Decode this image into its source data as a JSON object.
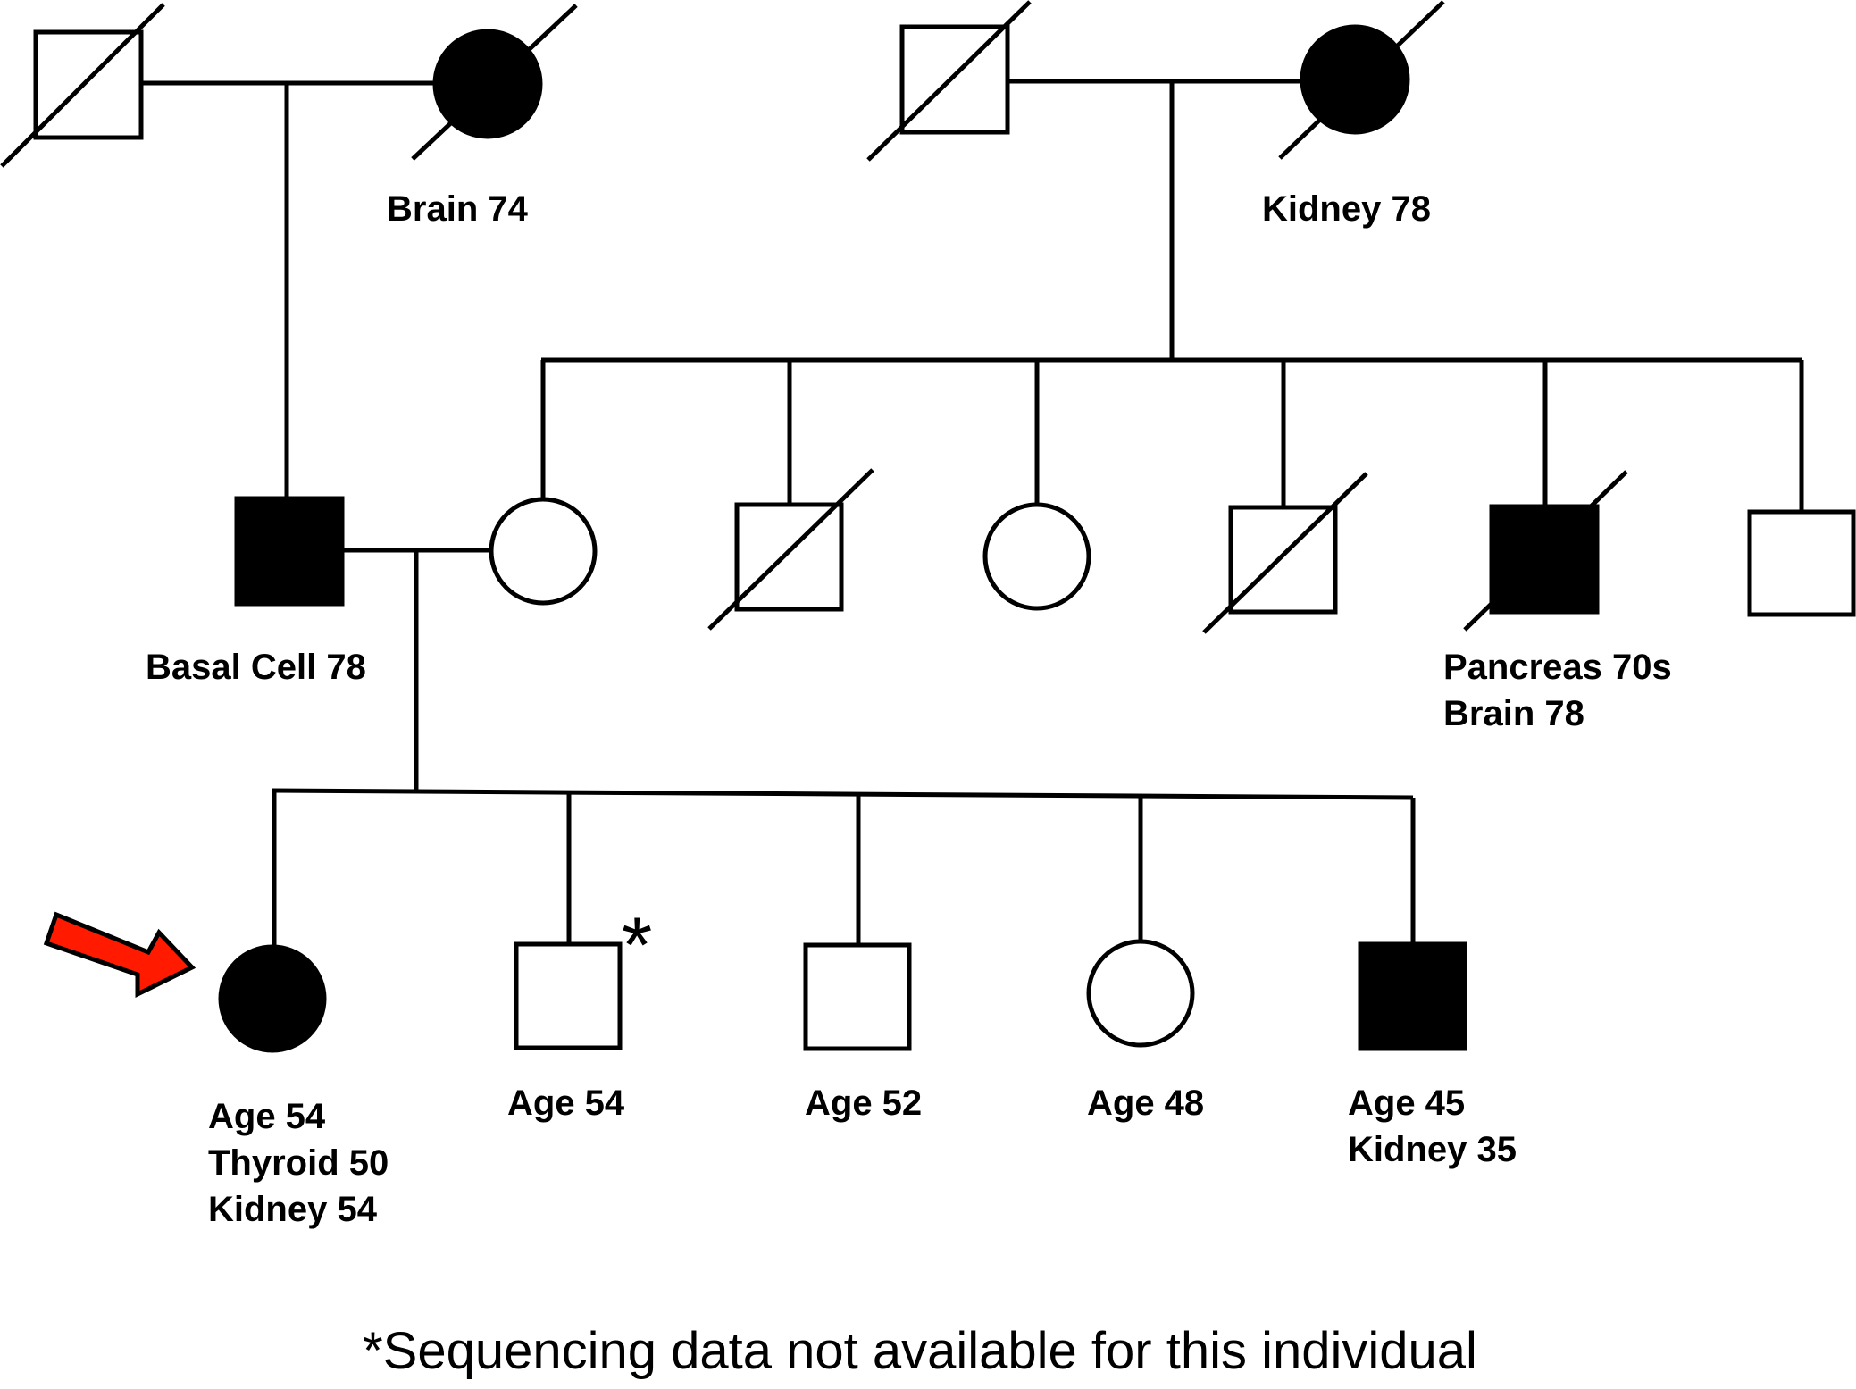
{
  "colors": {
    "line": "#000000",
    "affected": "#000000",
    "unaffected": "#ffffff",
    "proband_arrow": "#ff1a00"
  },
  "legend": {
    "sequencing_note": "*Sequencing data not available for this individual"
  },
  "individuals": {
    "paternal_grandfather": {
      "sex": "male",
      "affected": false,
      "deceased": true,
      "labels": []
    },
    "paternal_grandmother": {
      "sex": "female",
      "affected": true,
      "deceased": true,
      "labels": [
        "Brain 74"
      ]
    },
    "maternal_grandfather": {
      "sex": "male",
      "affected": false,
      "deceased": true,
      "labels": []
    },
    "maternal_grandmother": {
      "sex": "female",
      "affected": true,
      "deceased": true,
      "labels": [
        "Kidney 78"
      ]
    },
    "father": {
      "sex": "male",
      "affected": true,
      "deceased": false,
      "labels": [
        "Basal Cell 78"
      ]
    },
    "mother": {
      "sex": "female",
      "affected": false,
      "deceased": false,
      "labels": []
    },
    "maternal_uncle_1": {
      "sex": "male",
      "affected": false,
      "deceased": true,
      "labels": []
    },
    "maternal_aunt": {
      "sex": "female",
      "affected": false,
      "deceased": false,
      "labels": []
    },
    "maternal_uncle_2": {
      "sex": "male",
      "affected": false,
      "deceased": true,
      "labels": []
    },
    "maternal_uncle_3": {
      "sex": "male",
      "affected": true,
      "deceased": true,
      "labels": [
        "Pancreas 70s",
        "Brain 78"
      ]
    },
    "maternal_uncle_4": {
      "sex": "male",
      "affected": false,
      "deceased": false,
      "labels": []
    },
    "proband": {
      "sex": "female",
      "affected": true,
      "deceased": false,
      "proband": true,
      "labels": [
        "Age 54",
        "Thyroid 50",
        "Kidney 54"
      ]
    },
    "brother_1": {
      "sex": "male",
      "affected": false,
      "deceased": false,
      "marker": "*",
      "labels": [
        "Age 54"
      ]
    },
    "brother_2": {
      "sex": "male",
      "affected": false,
      "deceased": false,
      "labels": [
        "Age 52"
      ]
    },
    "sister": {
      "sex": "female",
      "affected": false,
      "deceased": false,
      "labels": [
        "Age 48"
      ]
    },
    "brother_3": {
      "sex": "male",
      "affected": true,
      "deceased": false,
      "labels": [
        "Age 45",
        "Kidney 35"
      ]
    }
  }
}
